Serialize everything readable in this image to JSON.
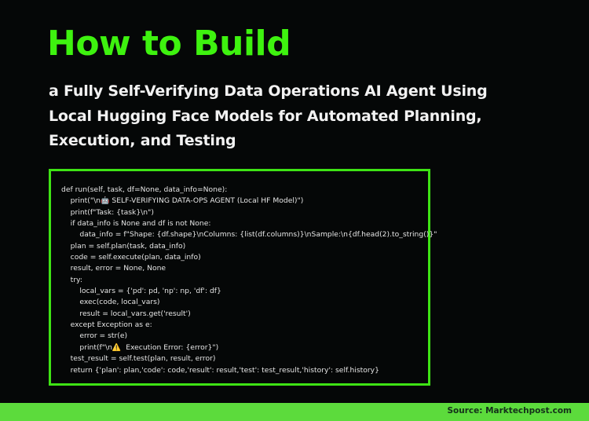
{
  "header": {
    "title": "How to Build",
    "subtitle_lines": [
      "a Fully Self-Verifying Data Operations AI Agent Using",
      "Local Hugging Face Models for Automated Planning,",
      "Execution, and Testing"
    ]
  },
  "code_block": {
    "lines": [
      "def run(self, task, df=None, data_info=None):",
      "    print(\"\\n🤖 SELF-VERIFYING DATA-OPS AGENT (Local HF Model)\")",
      "    print(f\"Task: {task}\\n\")",
      "    if data_info is None and df is not None:",
      "        data_info = f\"Shape: {df.shape}\\nColumns: {list(df.columns)}\\nSample:\\n{df.head(2).to_string()}\"",
      "    plan = self.plan(task, data_info)",
      "    code = self.execute(plan, data_info)",
      "    result, error = None, None",
      "    try:",
      "        local_vars = {'pd': pd, 'np': np, 'df': df}",
      "        exec(code, local_vars)",
      "        result = local_vars.get('result')",
      "    except Exception as e:",
      "        error = str(e)",
      "        print(f\"\\n⚠️  Execution Error: {error}\")",
      "    test_result = self.test(plan, result, error)",
      "    return {'plan': plan,'code': code,'result': result,'test': test_result,'history': self.history}"
    ]
  },
  "footer": {
    "source": "Source: Marktechpost.com"
  },
  "colors": {
    "background": "#050707",
    "title": "#3ef20f",
    "subtitle": "#f2f2f2",
    "code_border": "#3ee314",
    "code_text": "#e6e6e6",
    "footer_bg": "#5cdb3c",
    "footer_text": "#14301a"
  }
}
